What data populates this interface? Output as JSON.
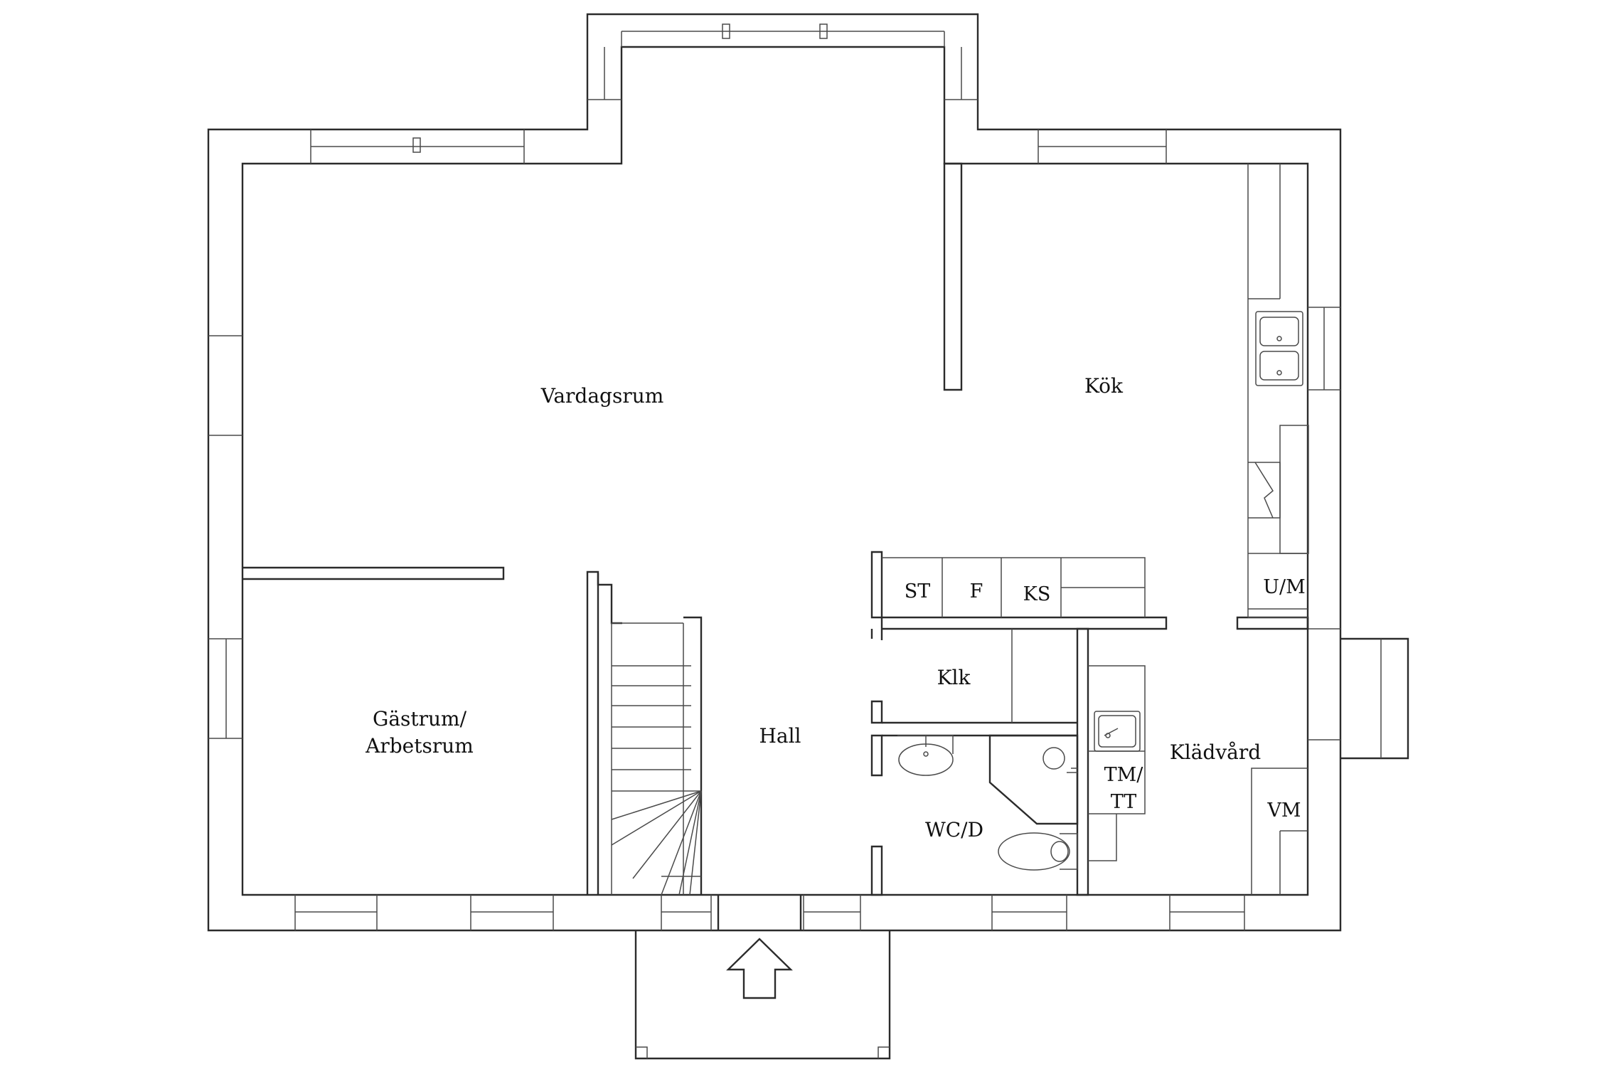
{
  "rooms": {
    "vardagsrum": "Vardagsrum",
    "kok": "Kök",
    "gastrum_line1": "Gästrum/",
    "gastrum_line2": "Arbetsrum",
    "hall": "Hall",
    "klk": "Klk",
    "wcd": "WC/D",
    "kladvard": "Klädvård"
  },
  "fixtures": {
    "st": "ST",
    "f": "F",
    "ks": "KS",
    "um": "U/M",
    "tm_line1": "TM/",
    "tm_line2": "TT",
    "vm": "VM"
  },
  "colors": {
    "line": "#2b2b2b",
    "background": "#ffffff"
  }
}
